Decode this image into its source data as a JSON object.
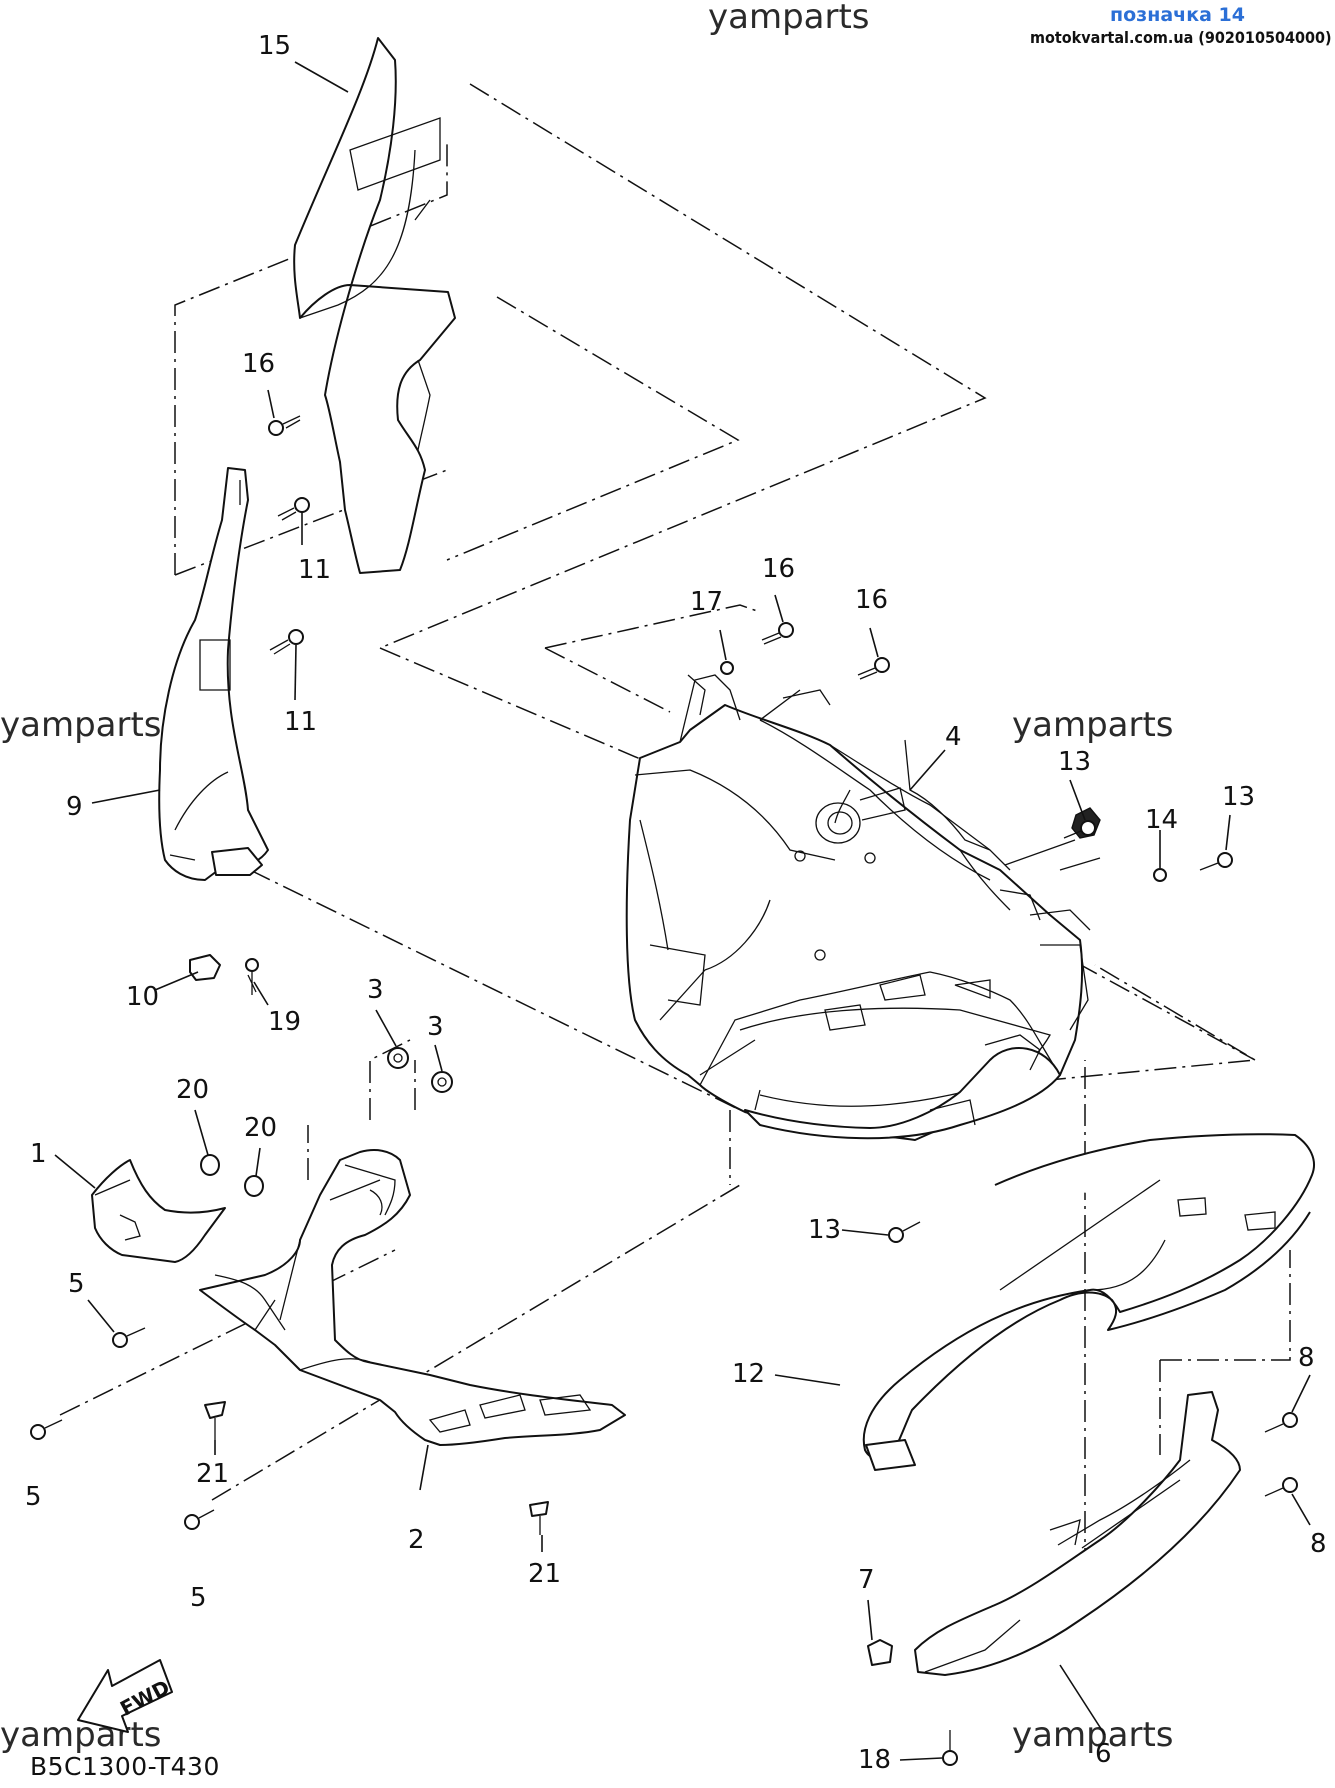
{
  "header": {
    "tag_title": "позначка 14",
    "tag_site": "motokvartal.com.ua (902010504000)"
  },
  "watermarks": [
    "yamparts",
    "yamparts",
    "yamparts",
    "yamparts",
    "yamparts",
    "yamparts"
  ],
  "diagram_code": "B5C1300-T430",
  "fwd_label": "FWD",
  "callouts": [
    "15",
    "16",
    "11",
    "11",
    "9",
    "10",
    "19",
    "17",
    "16",
    "16",
    "4",
    "13",
    "14",
    "13",
    "3",
    "3",
    "20",
    "20",
    "1",
    "5",
    "5",
    "21",
    "2",
    "5",
    "21",
    "13",
    "12",
    "8",
    "8",
    "7",
    "6",
    "18"
  ]
}
